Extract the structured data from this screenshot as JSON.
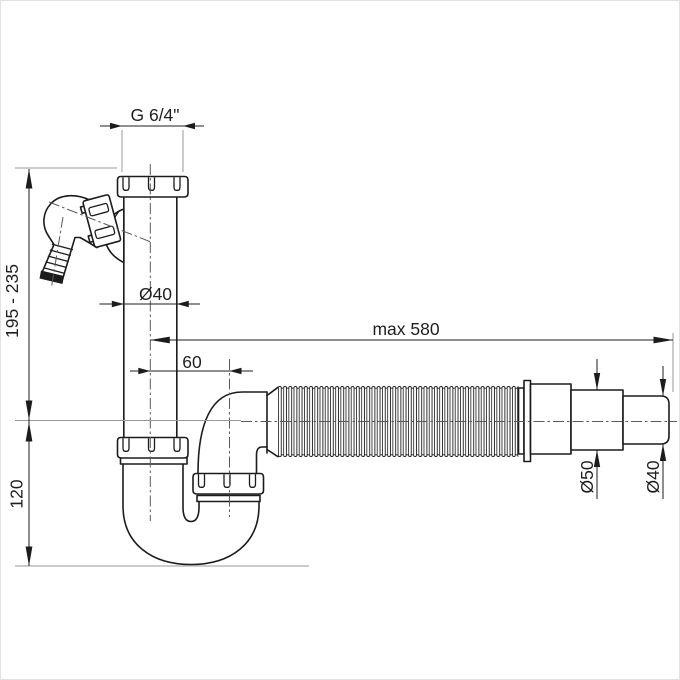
{
  "drawing": {
    "colors": {
      "line": "#1c1c1c",
      "dimension": "#1c1c1c",
      "extension": "#9a9a9a",
      "background": "#ffffff"
    },
    "dimensions": {
      "thread": "G 6/4\"",
      "inlet_diameter": "Ø40",
      "elbow_offset": "60",
      "hose_length": "max 580",
      "inlet_height": "195 - 235",
      "trap_depth": "120",
      "outlet_diameter": "Ø50",
      "outlet_end_diameter": "Ø40"
    }
  }
}
